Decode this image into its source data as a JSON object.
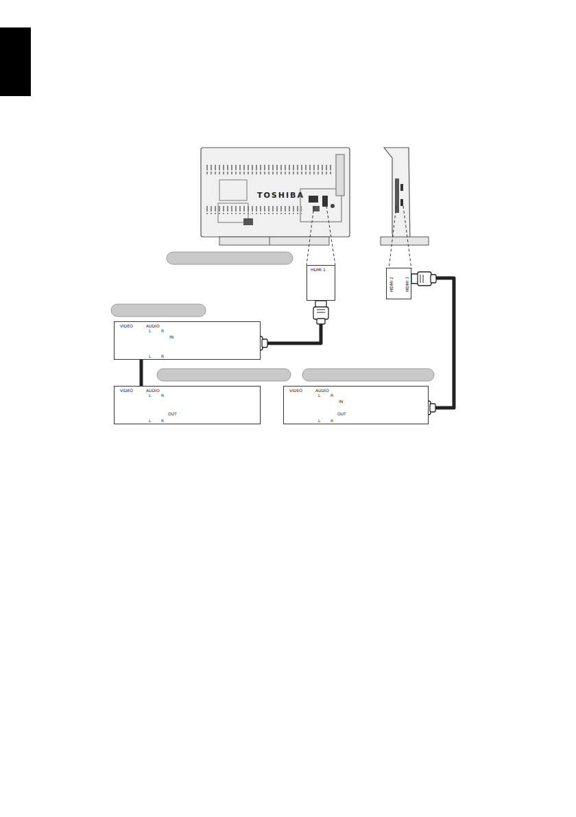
{
  "diagram": {
    "nodes": [
      {
        "text": [
          "TOSHIBA"
        ]
      },
      {
        "text": [
          "HDMI 1"
        ]
      },
      {
        "text": [
          "HDMI 2",
          "HDMI 3"
        ]
      },
      {
        "text": [
          "VIDEO",
          "AUDIO",
          "L",
          "R",
          "IN",
          "L",
          "R"
        ]
      },
      {
        "text": [
          "VIDEO",
          "AUDIO",
          "L",
          "R",
          "OUT",
          "L",
          "R"
        ]
      },
      {
        "text": [
          "VIDEO",
          "AUDIO",
          "L",
          "R",
          "IN",
          "OUT",
          "L",
          "R"
        ]
      }
    ],
    "edges": [
      {
        "from": 3,
        "to": 1,
        "arrow": "none"
      },
      {
        "from": 4,
        "to": 3,
        "arrow": "none"
      },
      {
        "from": 5,
        "to": 2,
        "arrow": "none"
      }
    ]
  }
}
